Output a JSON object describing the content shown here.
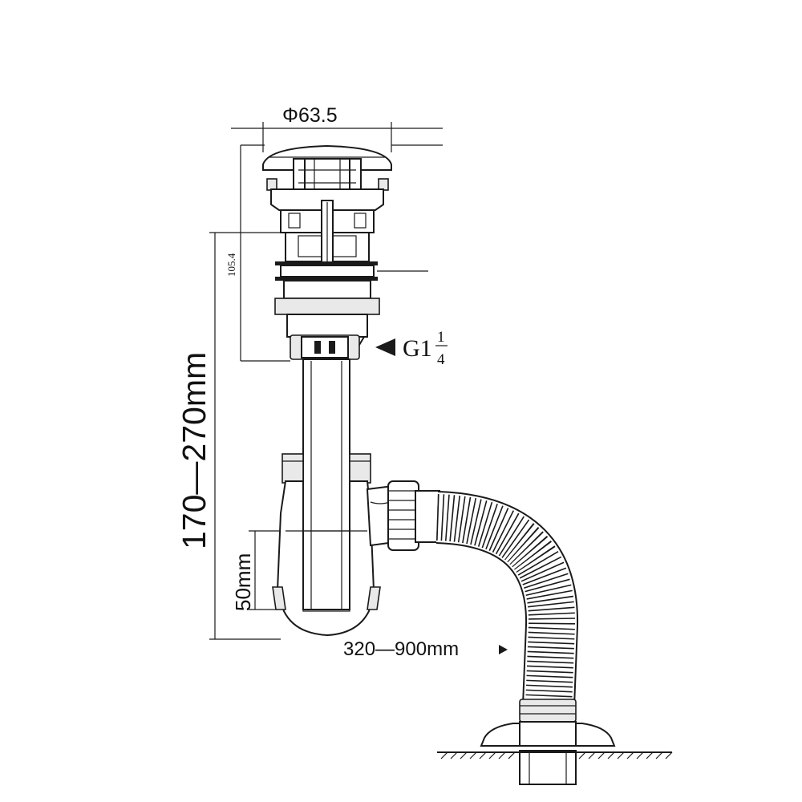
{
  "dimensions": {
    "cap_diameter": "Φ63.5",
    "waste_height": "105.4",
    "adjust_height": "170—270mm",
    "trap_depth": "50mm",
    "hose_length": "320—900mm",
    "thread": {
      "main": "G1",
      "num": "1",
      "den": "4"
    }
  },
  "colors": {
    "line": "#1a1a1a",
    "background": "#ffffff"
  }
}
